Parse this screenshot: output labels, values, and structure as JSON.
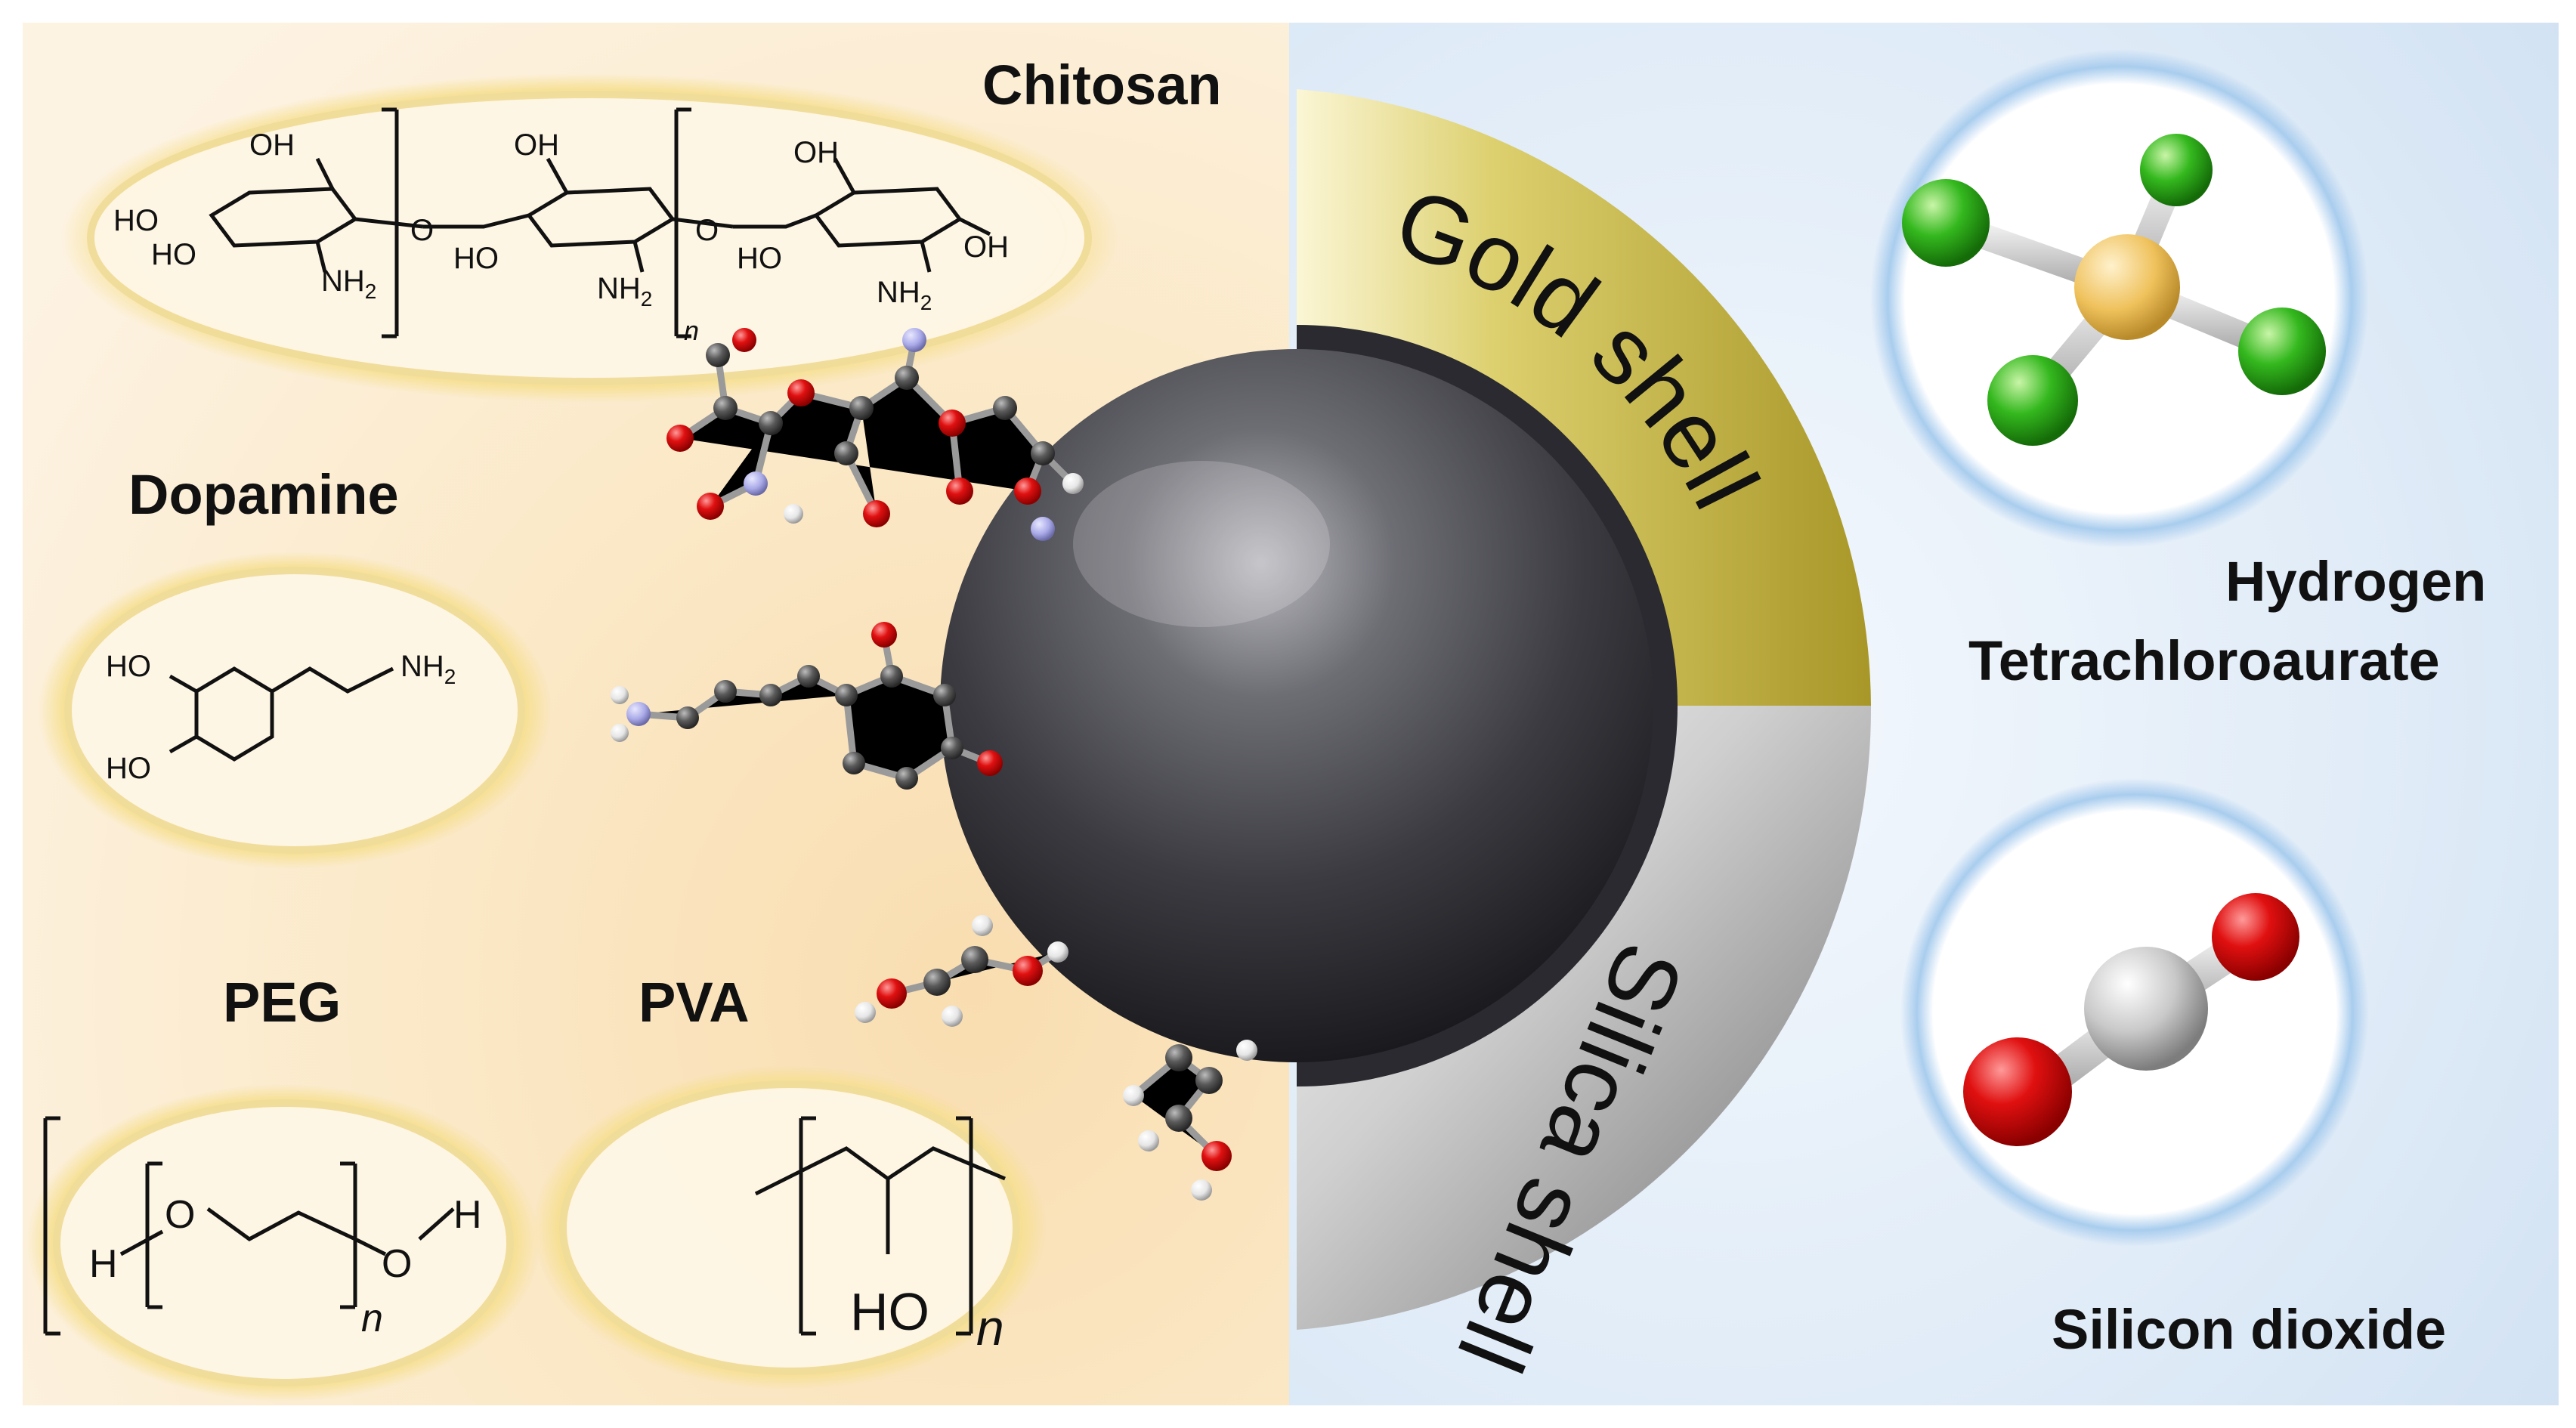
{
  "labels": {
    "chitosan": "Chitosan",
    "dopamine": "Dopamine",
    "peg": "PEG",
    "pva": "PVA",
    "gold_shell": "Gold shell",
    "silica_shell": "Silica shell",
    "hydrogen": "Hydrogen",
    "tetrachloroaurate": "Tetrachloroaurate",
    "silicon_dioxide": "Silicon dioxide"
  },
  "chem_text": {
    "oh": "OH",
    "ho": "HO",
    "nh2": "NH",
    "sub2": "2",
    "n": "n",
    "o": "O",
    "h": "H"
  },
  "colors": {
    "left_panel": "#fbe9c8",
    "right_panel": "#dce9f6",
    "gold": "#b9a92c",
    "silica": "#9b9b9b",
    "core": "#3a3a40",
    "halo": "#f6df8f",
    "blue_ring": "#9ec6ec",
    "oxygen": "#e01010",
    "carbon": "#5a5a5a",
    "hydrogen_atom": "#f2f2f2",
    "nitrogen": "#a9a9e8",
    "chlorine": "#34b81e",
    "gold_atom": "#efc15b",
    "silicon": "#c9c9c9"
  }
}
